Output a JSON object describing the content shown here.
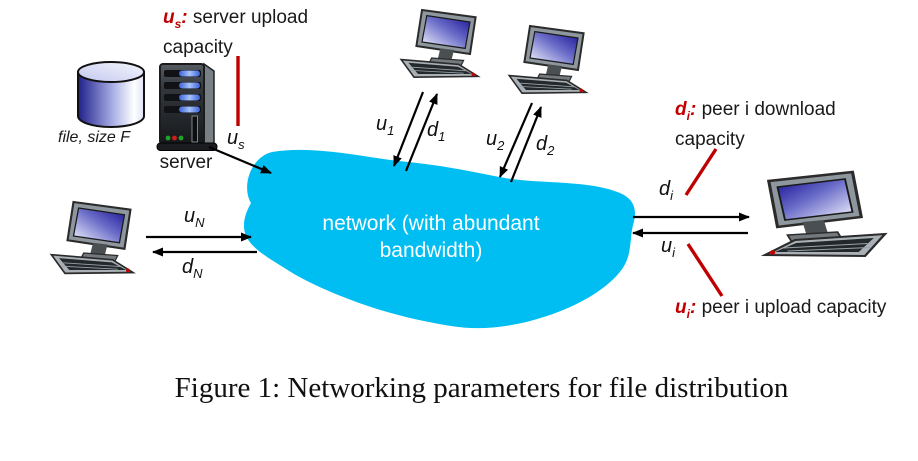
{
  "caption": "Figure 1: Networking parameters for file distribution",
  "colors": {
    "cloud_fill": "#00bef2",
    "annotation_red": "#c00000",
    "screen_blue": "#181296",
    "text_black": "#1a1a1a",
    "cloud_text": "#ffffff"
  },
  "icons": {
    "file_store": "database-cylinder-icon",
    "server": "server-tower-icon",
    "peer": "desktop-computer-icon",
    "network": "cloud-blob-shape",
    "arrows": "black-arrow-lines",
    "pointers": "red-callout-lines"
  },
  "nodes": {
    "file": {
      "label": "file, size F"
    },
    "server": {
      "label": "server"
    },
    "network": {
      "label": "network (with abundant bandwidth)"
    }
  },
  "edge_labels": {
    "us": {
      "base": "u",
      "sub": "s"
    },
    "u1": {
      "base": "u",
      "sub": "1"
    },
    "d1": {
      "base": "d",
      "sub": "1"
    },
    "u2": {
      "base": "u",
      "sub": "2"
    },
    "d2": {
      "base": "d",
      "sub": "2"
    },
    "uN": {
      "base": "u",
      "sub": "N"
    },
    "dN": {
      "base": "d",
      "sub": "N"
    },
    "di": {
      "base": "d",
      "sub": "i"
    },
    "ui": {
      "base": "u",
      "sub": "i"
    }
  },
  "annotations": {
    "us_note": {
      "term_base": "u",
      "term_sub": "s",
      "term_colon": ":",
      "text": "server upload capacity"
    },
    "di_note": {
      "term_base": "d",
      "term_sub": "i",
      "term_colon": ":",
      "text": "peer i download capacity"
    },
    "ui_note": {
      "term_base": "u",
      "term_sub": "i",
      "term_colon": ":",
      "text": "peer i upload capacity"
    }
  }
}
